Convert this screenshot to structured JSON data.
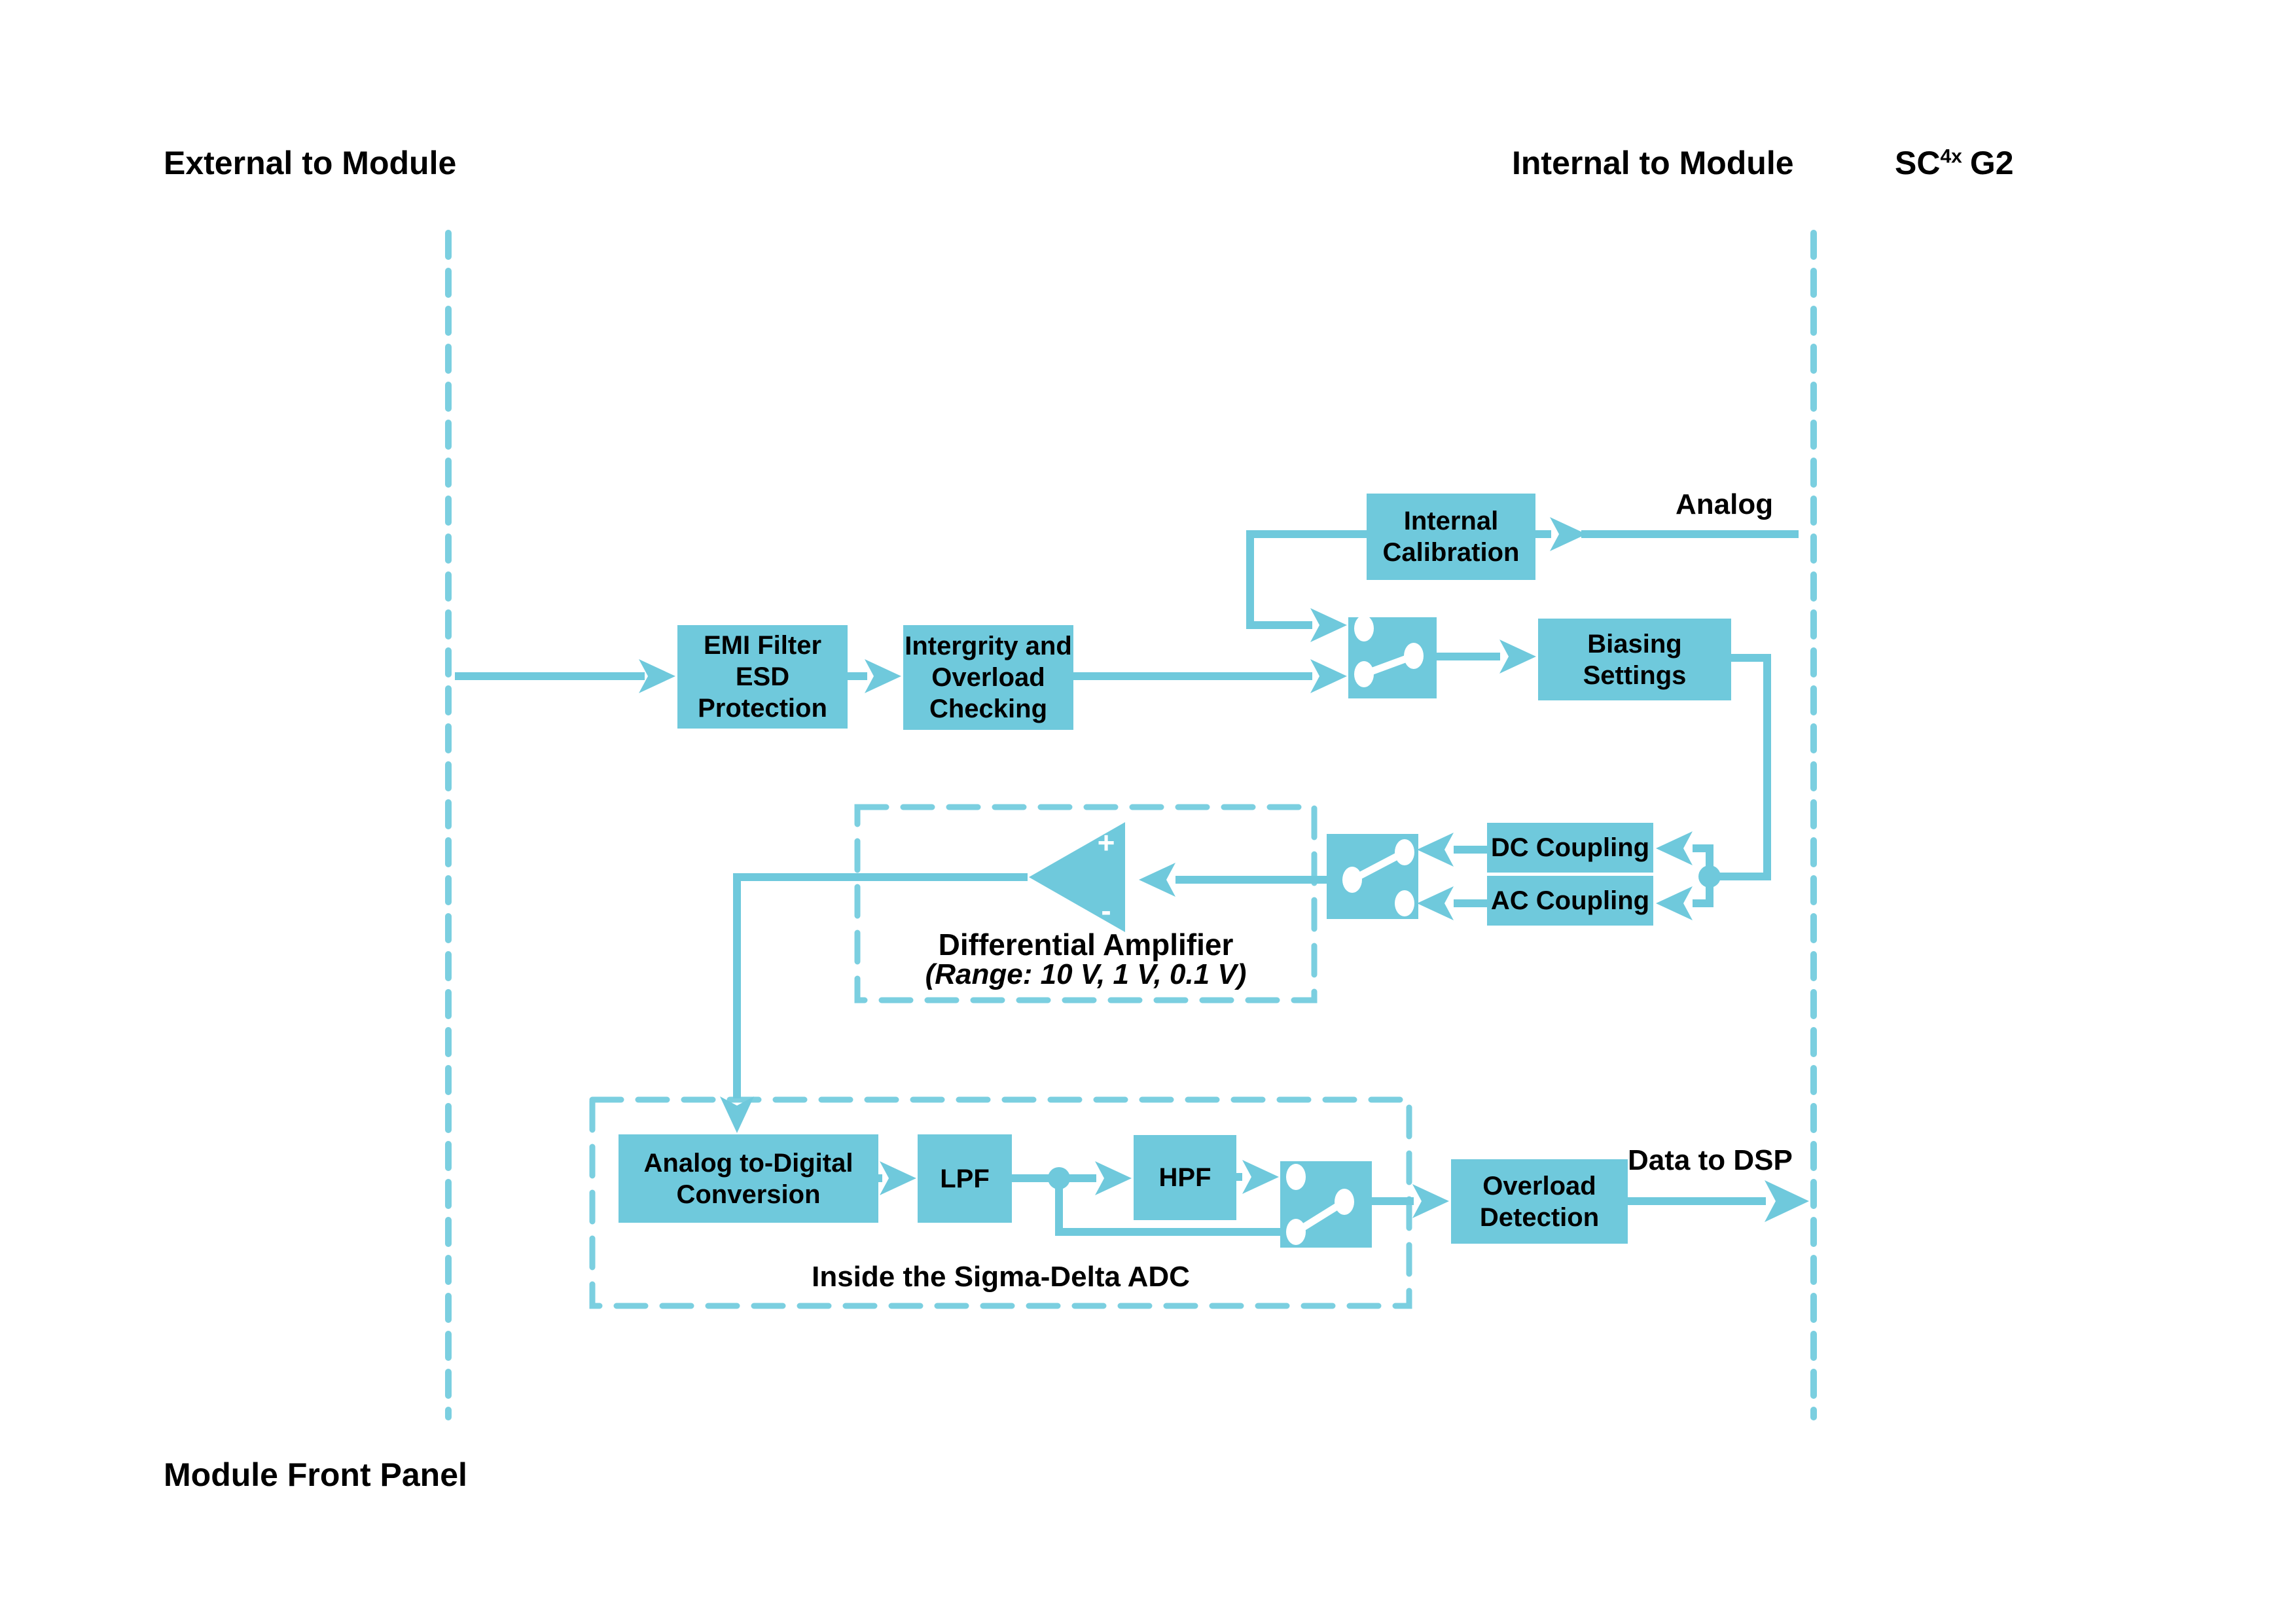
{
  "header": {
    "external": "External to Module",
    "internal": "Internal to Module",
    "product_base": "SC",
    "product_sup": "4x",
    "product_suffix": "G2"
  },
  "footer": {
    "front_panel": "Module Front Panel"
  },
  "labels": {
    "analog": "Analog",
    "data_to_dsp": "Data to DSP"
  },
  "blocks": {
    "emi": {
      "lines": [
        "EMI Filter",
        "ESD",
        "Protection"
      ]
    },
    "integrity": {
      "lines": [
        "Intergrity and",
        "Overload",
        "Checking"
      ]
    },
    "intcal": {
      "lines": [
        "Internal",
        "Calibration"
      ]
    },
    "biasing": {
      "lines": [
        "Biasing",
        "Settings"
      ]
    },
    "dc": {
      "lines": [
        "DC Coupling"
      ]
    },
    "ac": {
      "lines": [
        "AC Coupling"
      ]
    },
    "a2d": {
      "lines": [
        "Analog to-Digital",
        "Conversion"
      ]
    },
    "lpf": {
      "lines": [
        "LPF"
      ]
    },
    "hpf": {
      "lines": [
        "HPF"
      ]
    },
    "overload": {
      "lines": [
        "Overload",
        "Detection"
      ]
    }
  },
  "groups": {
    "diff_amp": {
      "title": "Differential Amplifier",
      "subtitle": "(Range: 10 V, 1 V, 0.1 V)",
      "plus": "+",
      "minus": "-"
    },
    "sigma_delta": {
      "caption": "Inside the Sigma-Delta ADC"
    }
  },
  "colors": {
    "accent": "#6fc9dc",
    "dash": "#7bcfe0",
    "text": "#000000"
  }
}
